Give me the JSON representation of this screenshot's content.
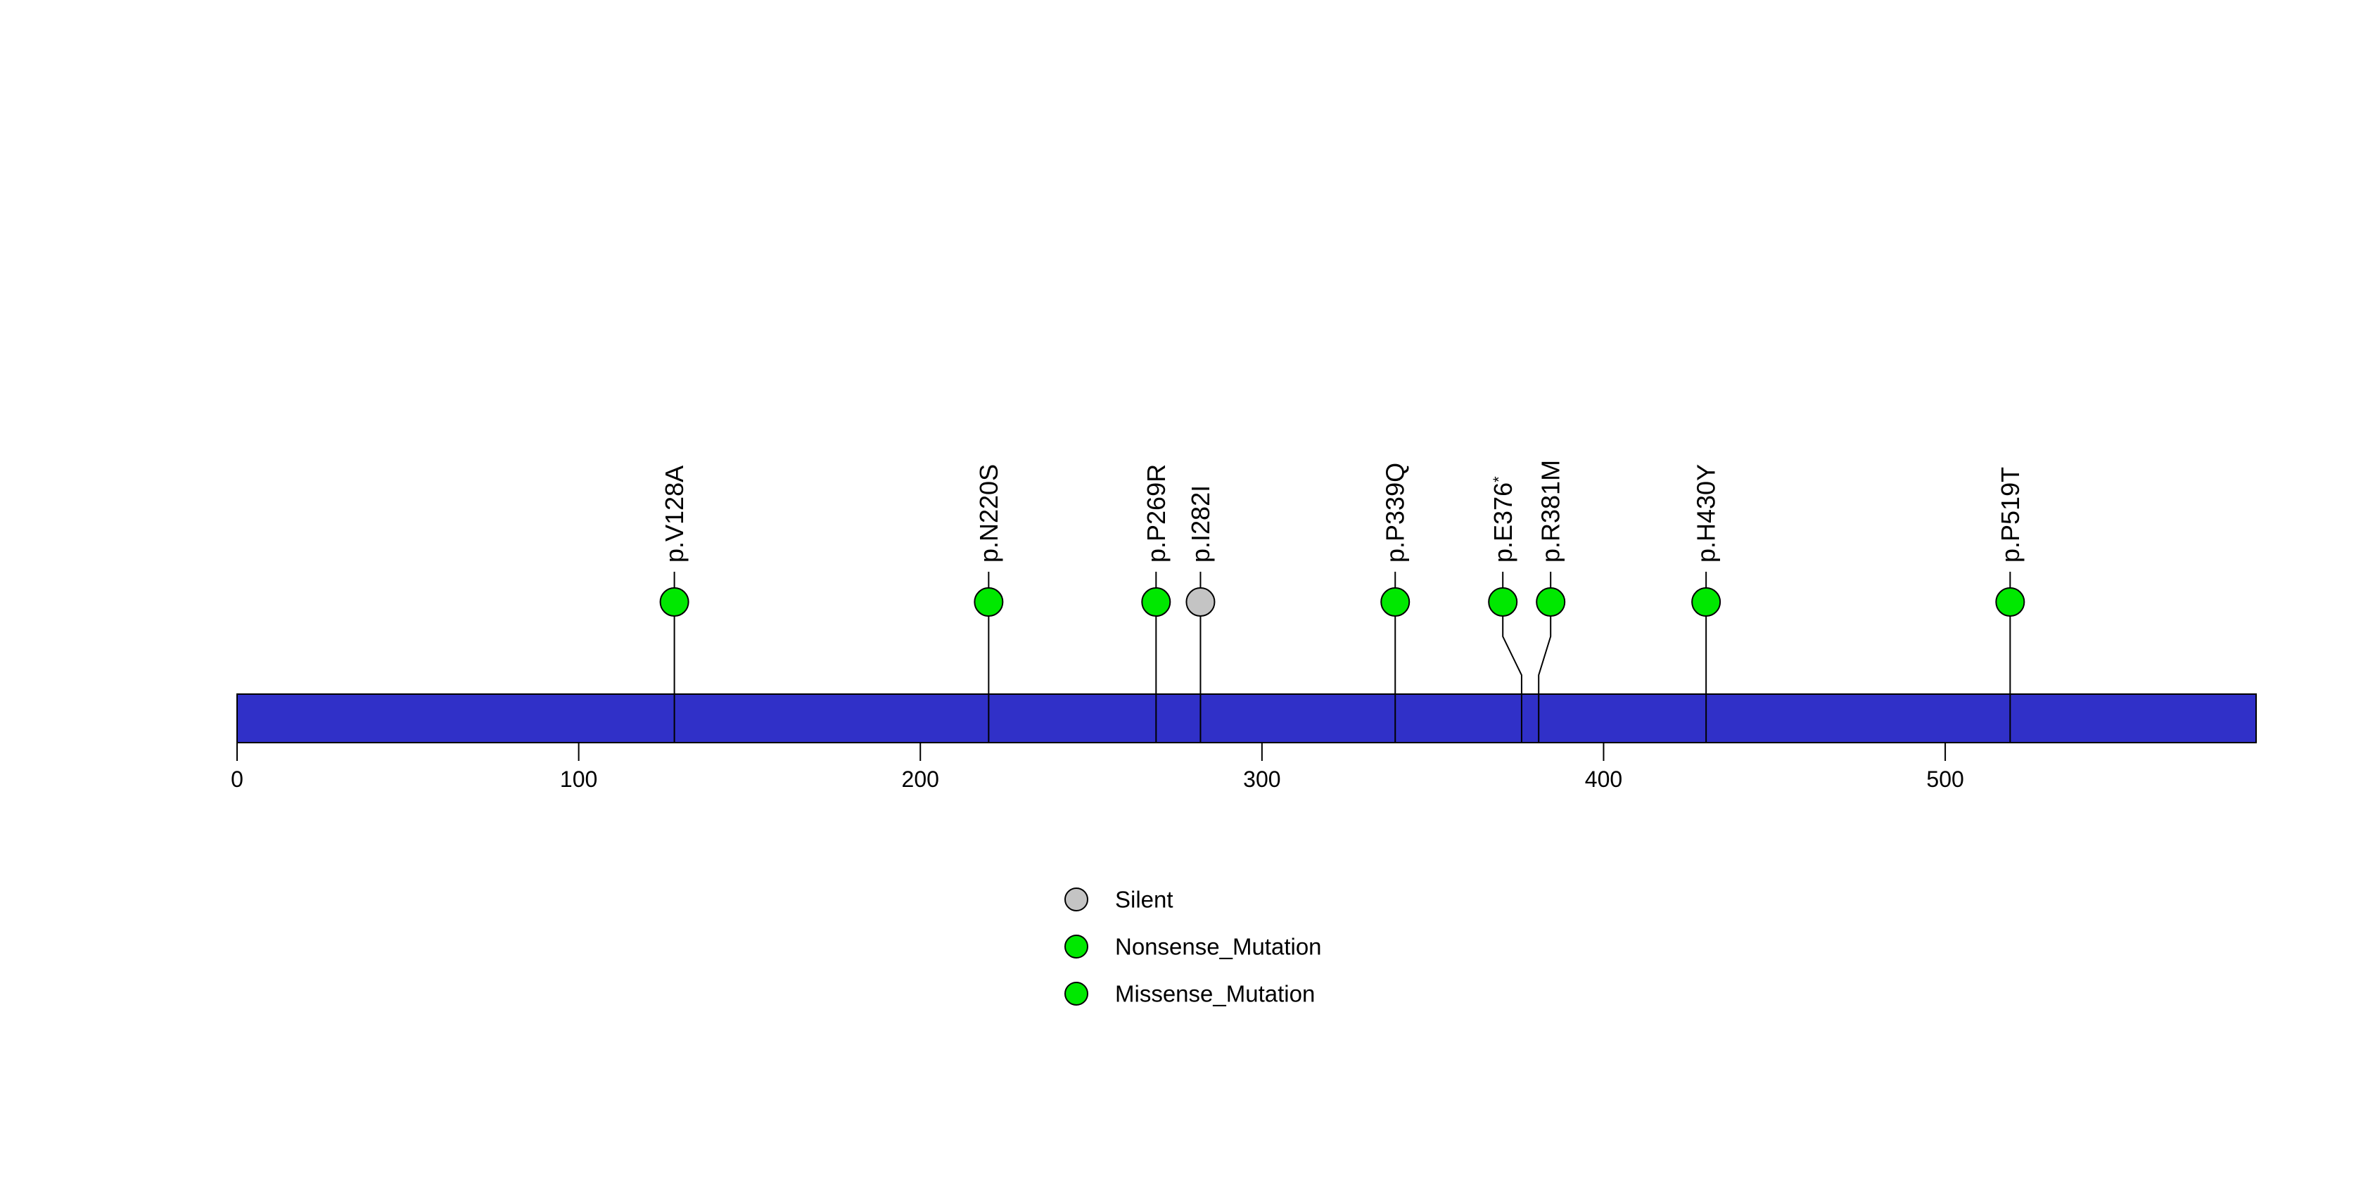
{
  "figure": {
    "background_color": "#ffffff",
    "title": ""
  },
  "chart_data": {
    "type": "lollipop",
    "title": "",
    "xlabel": "",
    "ylabel": "",
    "protein_length": 591,
    "xlim": [
      0,
      591
    ],
    "x_ticks": [
      0,
      100,
      200,
      300,
      400,
      500
    ],
    "grid": "off",
    "gene_body_color": "#3030c8",
    "gene_body_outline_color": "#000000",
    "stem_color": "#000000",
    "mutations": [
      {
        "label": "p.V128A",
        "position": 128,
        "display_position": 128,
        "type": "Missense_Mutation",
        "color": "#00e800"
      },
      {
        "label": "p.N220S",
        "position": 220,
        "display_position": 220,
        "type": "Missense_Mutation",
        "color": "#00e800"
      },
      {
        "label": "p.P269R",
        "position": 269,
        "display_position": 269,
        "type": "Missense_Mutation",
        "color": "#00e800"
      },
      {
        "label": "p.I282I",
        "position": 282,
        "display_position": 282,
        "type": "Silent",
        "color": "#c4c4c4"
      },
      {
        "label": "p.P339Q",
        "position": 339,
        "display_position": 339,
        "type": "Missense_Mutation",
        "color": "#00e800"
      },
      {
        "label": "p.E376*",
        "position": 376,
        "display_position": 370.5,
        "type": "Nonsense_Mutation",
        "color": "#00e800"
      },
      {
        "label": "p.R381M",
        "position": 381,
        "display_position": 384.5,
        "type": "Missense_Mutation",
        "color": "#00e800"
      },
      {
        "label": "p.H430Y",
        "position": 430,
        "display_position": 430,
        "type": "Missense_Mutation",
        "color": "#00e800"
      },
      {
        "label": "p.P519T",
        "position": 519,
        "display_position": 519,
        "type": "Missense_Mutation",
        "color": "#00e800"
      }
    ],
    "legend": {
      "position": "bottom-center",
      "items": [
        {
          "label": "Silent",
          "color": "#c4c4c4"
        },
        {
          "label": "Nonsense_Mutation",
          "color": "#00e800"
        },
        {
          "label": "Missense_Mutation",
          "color": "#00e800"
        }
      ]
    }
  }
}
